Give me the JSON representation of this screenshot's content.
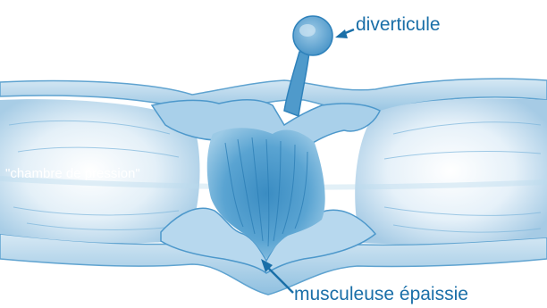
{
  "colors": {
    "ink": "#1a6fa8",
    "tissue_dark": "#3f93c6",
    "tissue_mid": "#7fb8dc",
    "tissue_light": "#cfe4f2",
    "label_on_tissue": "#ffffff"
  },
  "labels": {
    "diverticule": "diverticule",
    "chambre": "\"chambre de pression\"",
    "musculeuse": "musculeuse épaissie"
  },
  "arrows": [
    "arrow-to-diverticule",
    "arrow-to-musculeuse"
  ]
}
